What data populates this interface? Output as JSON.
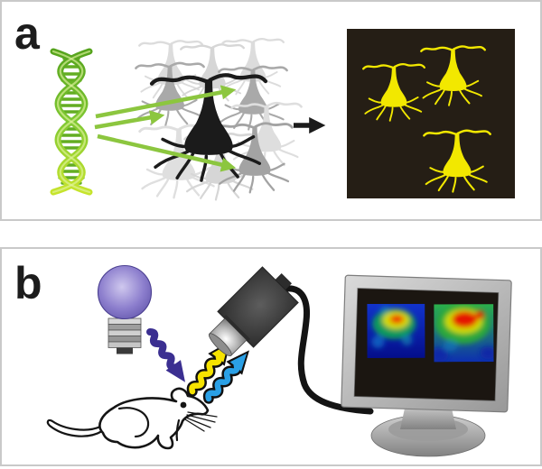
{
  "figure": {
    "title": "two-panel schematic: genetic labeling of neurons and intrinsic optical imaging of a mouse",
    "panels": [
      {
        "id": "a",
        "label": "a",
        "elements": [
          "dna-helix",
          "gene-targeting-arrows",
          "neuron-population",
          "result-arrow",
          "fluorescence-image-with-labeled-neurons"
        ],
        "labeled_neuron_count": 3
      },
      {
        "id": "b",
        "label": "b",
        "elements": [
          "light-bulb",
          "illumination-arrow",
          "mouse",
          "emission-arrows",
          "camera",
          "cable",
          "monitor-with-two-activity-maps",
          "monitor-stand"
        ],
        "heatmap_count": 2
      }
    ]
  },
  "colors": {
    "label_color": "#1c1c1c",
    "panel_border": "#c9c9c9",
    "dna_green_dark": "#55a31c",
    "dna_green_light": "#c6e42c",
    "arrow_green": "#8cc63f",
    "neuron_gray_light": "#d9d9d9",
    "neuron_gray_mid": "#a9a9a9",
    "neuron_black": "#1b1b1b",
    "fluorescence_background": "#251e15",
    "fluorescent_yellow": "#f2e800",
    "bulb_purple": "#8c7ecd",
    "illumination_navy": "#3b2f91",
    "emission_yellow": "#f6e300",
    "emission_cyan": "#2aa0e6",
    "camera_gray": "#3a3a3a",
    "monitor_silver": "#bcbcbc",
    "screen_black": "#1b1611",
    "heatmap_blue": "#0d2fb0",
    "heatmap_green": "#2fae35",
    "heatmap_red": "#e51400"
  }
}
